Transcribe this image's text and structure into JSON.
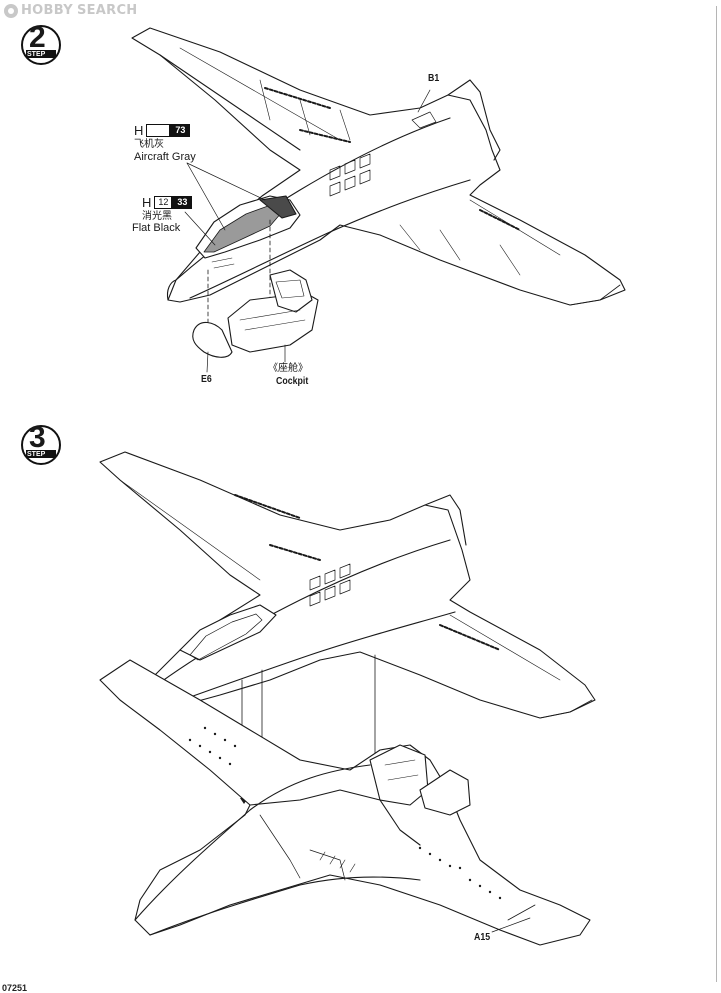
{
  "header": {
    "logo_left": "HOBBY",
    "logo_right": "SEARCH"
  },
  "step2": {
    "number": "2",
    "step_word": "STEP",
    "paints": [
      {
        "code_letter": "H",
        "number": "73",
        "name_cn": "飞机灰",
        "name_en": "Aircraft Gray"
      },
      {
        "code_letter": "H",
        "number_a": "12",
        "number_b": "33",
        "name_cn": "消光黑",
        "name_en": "Flat Black"
      }
    ],
    "part_b": "B1",
    "part_e": "E6",
    "cockpit_cn": "《座舱》",
    "cockpit_en": "Cockpit"
  },
  "step3": {
    "number": "3",
    "step_word": "STEP",
    "part_a": "A15"
  },
  "footer": {
    "code": "07251"
  },
  "colors": {
    "line": "#1a1a1a",
    "shade": "#6e6e6e",
    "paint_box": "#111111"
  }
}
